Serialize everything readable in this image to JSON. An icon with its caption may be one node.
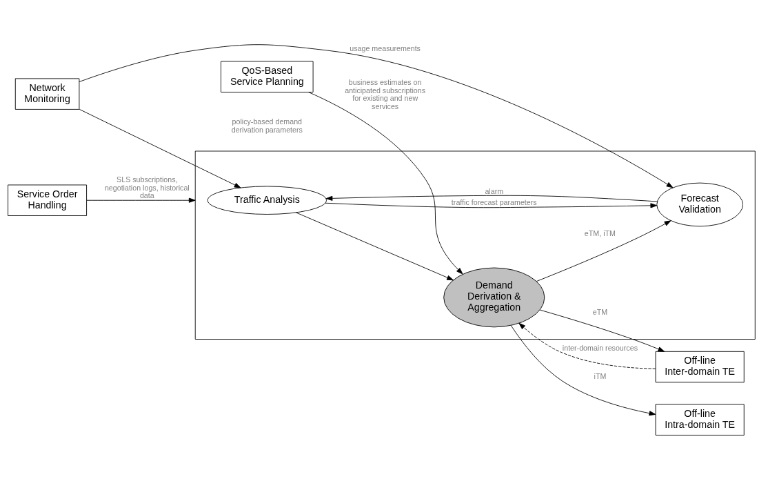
{
  "diagram": {
    "nodes": [
      {
        "text": [
          "QoS-Based Service Planning"
        ]
      },
      {
        "text": [],
        "shape": "box"
      },
      {
        "text": [
          "Traffic Analysis"
        ],
        "in": 1
      },
      {
        "text": [
          "Demand Derivation & Aggregation"
        ],
        "in": 1
      },
      {
        "text": [
          "Forecast Validation"
        ],
        "in": 1
      },
      {
        "text": [
          "Service Order Handling"
        ]
      },
      {
        "text": [
          "Off-line Inter-domain TE"
        ]
      },
      {
        "text": [
          "Off-line Intra-domain TE"
        ]
      },
      {
        "text": [
          "Network Monitoring"
        ]
      }
    ],
    "edges": [
      {
        "from": 0,
        "to": 3,
        "arrow": "to",
        "label": "business estimates on anticipated subscriptions for existing and new services"
      },
      {
        "from": 2,
        "to": 3,
        "arrow": "to"
      },
      {
        "from": 2,
        "to": 4,
        "arrow": "to",
        "label": "traffic forecast parameters"
      },
      {
        "from": 4,
        "to": 2,
        "arrow": "to",
        "label": "alarm"
      },
      {
        "from": 3,
        "to": 4,
        "arrow": "to",
        "label": "eTM, iTM"
      },
      {
        "from": 3,
        "to": 6,
        "arrow": "to",
        "label": "eTM"
      },
      {
        "from": 6,
        "to": 3,
        "arrow": "to",
        "label": "inter-domain resources",
        "style": "dashed"
      },
      {
        "from": 3,
        "to": 7,
        "arrow": "to",
        "label": "iTM"
      },
      {
        "from": 5,
        "to": 1,
        "arrow": "to",
        "label": "SLS subscriptions, negotiation logs, historical data"
      },
      {
        "from": 8,
        "to": 2,
        "arrow": "to"
      },
      {
        "from": 8,
        "to": 4,
        "arrow": "to",
        "label": "usage measurements"
      }
    ],
    "labels": [
      "policy-based demand derivation parameters"
    ]
  }
}
